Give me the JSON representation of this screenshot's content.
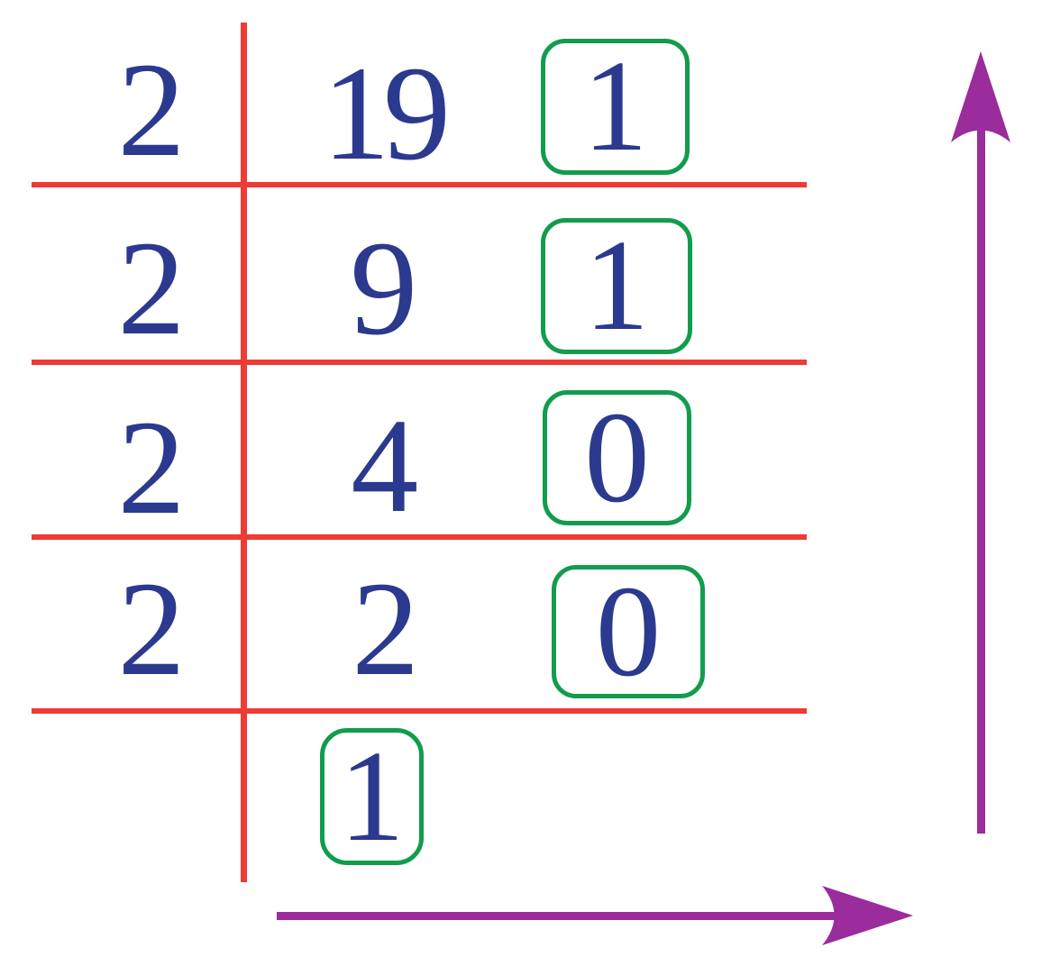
{
  "colors": {
    "digit": "#2b3a8e",
    "line": "#ee3b33",
    "box_border": "#129c4d",
    "arrow": "#9a2c9c"
  },
  "steps": [
    {
      "divisor": "2",
      "quotient": "19",
      "remainder": "1"
    },
    {
      "divisor": "2",
      "quotient": "9",
      "remainder": "1"
    },
    {
      "divisor": "2",
      "quotient": "4",
      "remainder": "0"
    },
    {
      "divisor": "2",
      "quotient": "2",
      "remainder": "0"
    }
  ],
  "final_quotient": "1",
  "icons": {
    "up_arrow": "↑",
    "right_arrow": "→"
  }
}
